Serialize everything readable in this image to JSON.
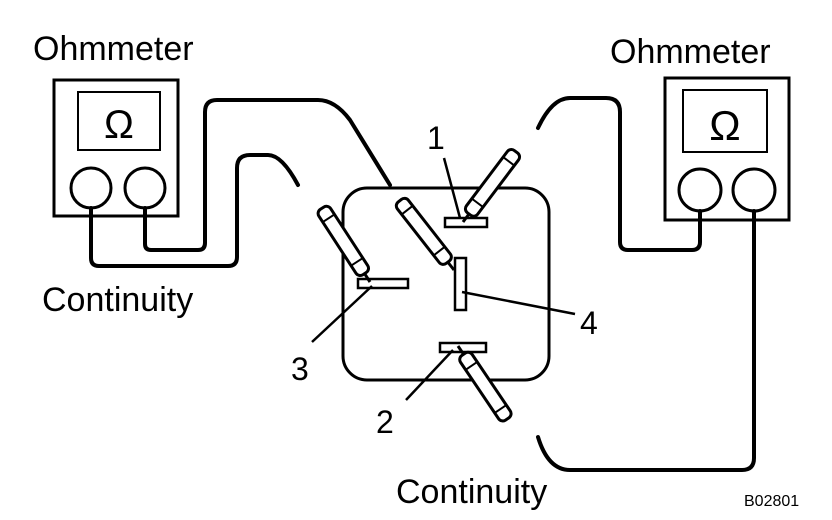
{
  "diagram": {
    "left_meter_label": "Ohmmeter",
    "right_meter_label": "Ohmmeter",
    "ohm_symbol": "Ω",
    "left_continuity_label": "Continuity",
    "bottom_continuity_label": "Continuity",
    "terminal_1": "1",
    "terminal_2": "2",
    "terminal_3": "3",
    "terminal_4": "4",
    "figure_code": "B02801"
  },
  "colors": {
    "ink": "#000000",
    "paper": "#ffffff"
  },
  "icons": [
    "ohmmeter-icon",
    "test-probe-icon",
    "relay-body"
  ]
}
